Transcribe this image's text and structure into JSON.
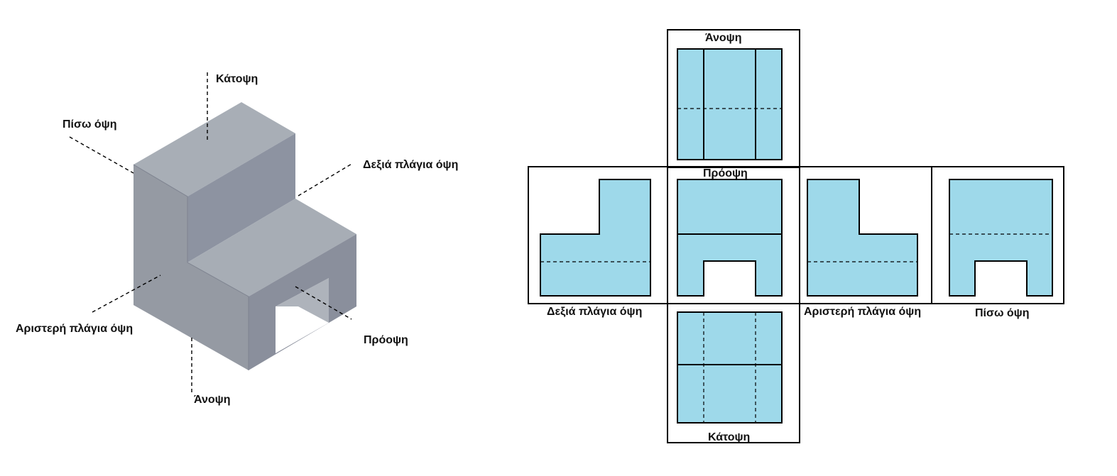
{
  "colors": {
    "view_fill": "#9ed9ea",
    "object_top": "#a7adb5",
    "object_front_dark": "#8a8f9c",
    "object_left": "#959aa3"
  },
  "isometric": {
    "labels": {
      "top": "Κάτοψη",
      "back": "Πίσω όψη",
      "right_side": "Δεξιά πλάγια όψη",
      "left_side": "Αριστερή πλάγια όψη",
      "front": "Πρόοψη",
      "bottom": "Άνοψη"
    }
  },
  "projections": {
    "labels": {
      "bottom_view": "Άνοψη",
      "front_view": "Πρόοψη",
      "right_side_view": "Δεξιά πλάγια όψη",
      "left_side_view": "Αριστερή πλάγια όψη",
      "back_view": "Πίσω όψη",
      "top_view": "Κάτοψη"
    }
  }
}
